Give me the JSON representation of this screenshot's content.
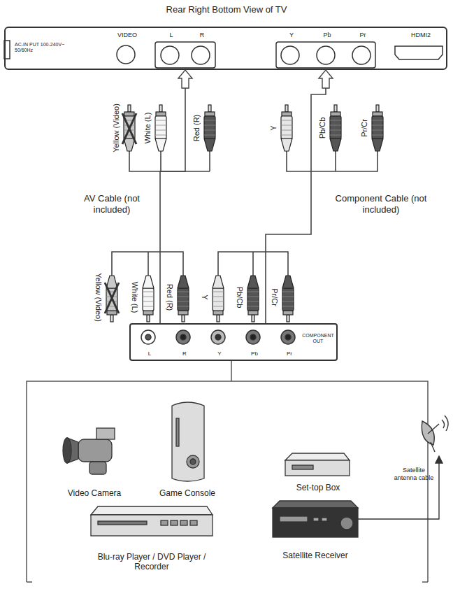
{
  "diagram": {
    "title": "Rear Right Bottom View of TV",
    "nodes": [
      {
        "text": [
          "VIDEO",
          "L",
          "R",
          "Y",
          "Pb",
          "Pr",
          "HDMI2"
        ]
      },
      {
        "text": [
          "AC-IN PUT 100-240V~ 50/60Hz"
        ],
        "in": 0
      },
      {
        "text": [
          "L",
          "R",
          "Y",
          "Pb",
          "Pr",
          "COMPONENT OUT"
        ]
      }
    ],
    "edges": [
      {
        "from": 2,
        "to": 0,
        "arrow": "to",
        "label": "AV Cable (not included)"
      },
      {
        "from": 2,
        "to": 0,
        "arrow": "to",
        "label": "Component Cable (not included)"
      }
    ],
    "labels": [
      "Yellow (Video)",
      "White (L)",
      "Red (R)",
      "Y",
      "Pb/Cb",
      "Pr/Cr",
      "Yellow (Video)",
      "White (L)",
      "Red (R)",
      "Y",
      "Pb/Cb",
      "Pr/Cr",
      "Video Camera",
      "Game Console",
      "Set-top Box",
      "Satellite antenna cable",
      "Blu-ray Player / DVD Player / Recorder",
      "Satellite Receiver"
    ]
  }
}
